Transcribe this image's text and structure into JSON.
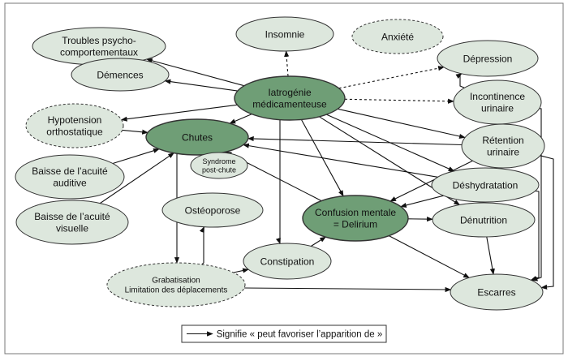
{
  "colors": {
    "node_fill": "#dde7dd",
    "node_fill_dark": "#6f9e76",
    "node_stroke": "#333333",
    "arrow": "#111111",
    "frame": "#555555"
  },
  "nodes": {
    "troubles": {
      "lines": [
        "Troubles psycho-",
        "comportementaux"
      ]
    },
    "insomnie": {
      "lines": [
        "Insomnie"
      ]
    },
    "anxiete": {
      "lines": [
        "Anxiété"
      ]
    },
    "demences": {
      "lines": [
        "Démences"
      ]
    },
    "depression": {
      "lines": [
        "Dépression"
      ]
    },
    "iatrogenie": {
      "lines": [
        "Iatrogénie",
        "médicamenteuse"
      ]
    },
    "incontinence": {
      "lines": [
        "Incontinence",
        "urinaire"
      ]
    },
    "hypotension": {
      "lines": [
        "Hypotension",
        "orthostatique"
      ]
    },
    "chutes": {
      "lines": [
        "Chutes"
      ]
    },
    "syndrome": {
      "lines": [
        "Syndrome",
        "post-chute"
      ]
    },
    "retention": {
      "lines": [
        "Rétention",
        "urinaire"
      ]
    },
    "acuite_auditive": {
      "lines": [
        "Baisse de l’acuité",
        "auditive"
      ]
    },
    "deshydratation": {
      "lines": [
        "Déshydratation"
      ]
    },
    "osteoporose": {
      "lines": [
        "Ostéoporose"
      ]
    },
    "confusion": {
      "lines": [
        "Confusion mentale",
        "= Delirium"
      ]
    },
    "acuite_visuelle": {
      "lines": [
        "Baisse de l’acuité",
        "visuelle"
      ]
    },
    "denutrition": {
      "lines": [
        "Dénutrition"
      ]
    },
    "constipation": {
      "lines": [
        "Constipation"
      ]
    },
    "grabatisation": {
      "lines": [
        "Grabatisation",
        "Limitation des déplacements"
      ]
    },
    "escarres": {
      "lines": [
        "Escarres"
      ]
    }
  },
  "legend": {
    "text": "Signifie « peut favoriser l’apparition de »"
  }
}
